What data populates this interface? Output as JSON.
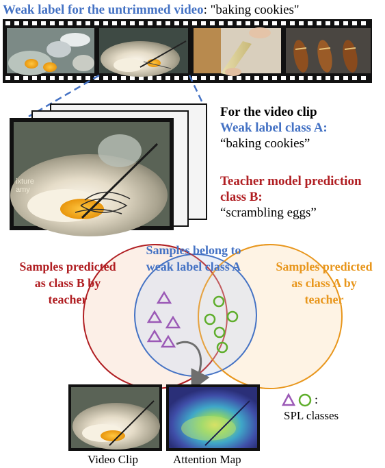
{
  "title": {
    "label": "Weak label for the untrimmed  video",
    "value": ": \"baking cookies\""
  },
  "clip_info": {
    "heading": "For the video clip",
    "weak_label_heading": "Weak label class A:",
    "weak_label_value": "“baking cookies”",
    "teacher_heading_1": "Teacher model prediction",
    "teacher_heading_2": "class B:",
    "teacher_value": "“scrambling eggs”"
  },
  "frame_overlay": {
    "line1": "ixture",
    "line2": "amy"
  },
  "venn": {
    "left": {
      "lines": [
        "Samples predicted",
        "as class B by",
        "teacher"
      ],
      "color": "#b01e22"
    },
    "center": {
      "lines": [
        "Samples belong to",
        "weak label class A"
      ],
      "color": "#4472c4"
    },
    "right": {
      "lines": [
        "Samples predicted",
        "as class A by",
        "teacher"
      ],
      "color": "#e8961c"
    }
  },
  "captions": {
    "video_clip": "Video Clip",
    "attention_map": "Attention Map"
  },
  "legend": {
    "colon": ":",
    "label": "SPL  classes"
  },
  "colors": {
    "blue": "#4472c4",
    "red": "#b01e22",
    "orange": "#e8961c",
    "triangle": "#9b59b6",
    "circle": "#5fae2c"
  }
}
